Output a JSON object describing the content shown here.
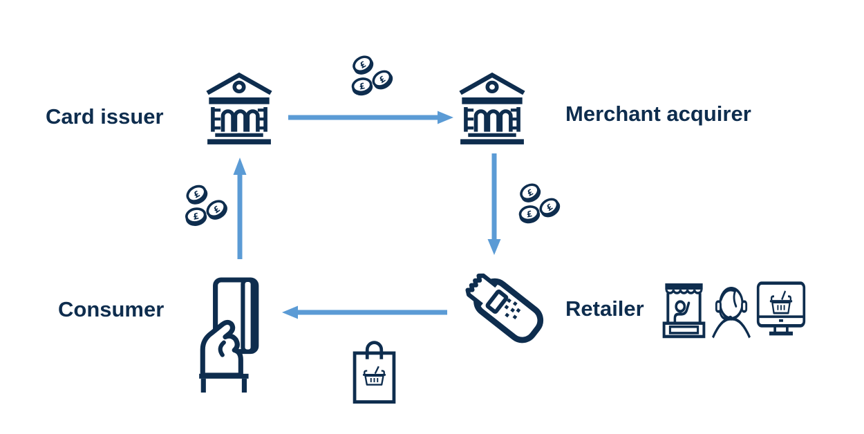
{
  "diagram": {
    "coin_symbol": "£",
    "colors": {
      "icon_navy": "#0e2d4e",
      "arrow_blue": "#5b9bd5",
      "background": "#ffffff"
    },
    "nodes": {
      "card_issuer": {
        "label": "Card issuer",
        "icon": "bank-icon"
      },
      "merchant_acquirer": {
        "label": "Merchant acquirer",
        "icon": "bank-icon"
      },
      "retailer": {
        "label": "Retailer",
        "icons": [
          "payment-terminal-icon",
          "market-stall-icon",
          "call-center-agent-icon",
          "online-shopping-monitor-icon"
        ]
      },
      "consumer": {
        "label": "Consumer",
        "icon": "hand-holding-card-icon"
      }
    },
    "flows": [
      {
        "from": "card_issuer",
        "to": "merchant_acquirer",
        "direction": "right",
        "marker": "coins-icon"
      },
      {
        "from": "merchant_acquirer",
        "to": "retailer",
        "direction": "down",
        "marker": "coins-icon"
      },
      {
        "from": "retailer",
        "to": "consumer",
        "direction": "left",
        "marker": "shopping-bag-icon"
      },
      {
        "from": "consumer",
        "to": "card_issuer",
        "direction": "up",
        "marker": "coins-icon"
      }
    ]
  }
}
